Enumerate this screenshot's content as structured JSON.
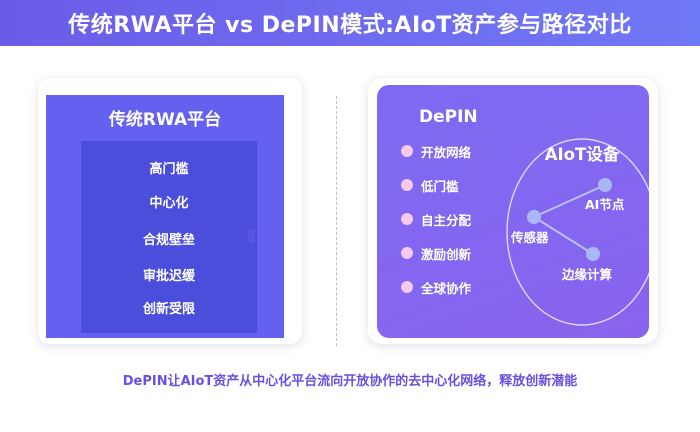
{
  "header": {
    "title": "传统RWA平台 vs DePIN模式:AIoT资产参与路径对比"
  },
  "traditional": {
    "title": "传统RWA平台",
    "items": [
      "高门槛",
      "中心化",
      "合规壁垒",
      "审批迟缓",
      "创新受限"
    ]
  },
  "depin": {
    "title": "DePIN",
    "features": [
      "开放网络",
      "低门槛",
      "自主分配",
      "激励创新",
      "全球协作"
    ],
    "aiot": {
      "title": "AIoT设备",
      "nodes": {
        "ai_node": "AI节点",
        "sensor": "传感器",
        "edge": "边缘计算"
      }
    }
  },
  "footer": {
    "caption": "DePIN让AIoT资产从中心化平台流向开放协作的去中心化网络，释放创新潜能"
  },
  "colors": {
    "banner": "#6b5ce8",
    "left_panel": "#6461f0",
    "left_inner": "#4a4edb",
    "right_panel": "#8466f0",
    "feature_dot": "#f6c9ee",
    "node": "#a9b8f5",
    "caption": "#6a4fe0"
  }
}
